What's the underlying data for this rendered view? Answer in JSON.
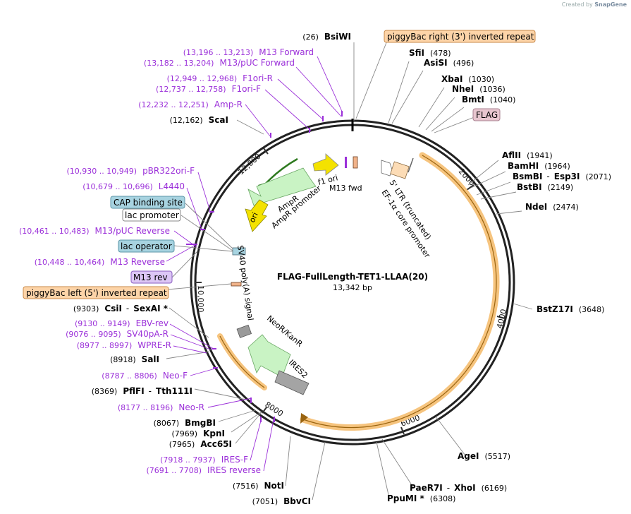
{
  "credit": {
    "prefix": "Created by",
    "brand": "SnapGene"
  },
  "plasmid": {
    "name": "FLAG-FullLength-TET1-LLAA(20)",
    "length": "13,342 bp"
  },
  "colors": {
    "site": "#000000",
    "primer": "#9b30d9",
    "tick": "#333333",
    "leader": "#777777"
  },
  "ruler": [
    "2000",
    "4000",
    "6000",
    "8000",
    "10,000",
    "12,000"
  ],
  "sites_right": [
    {
      "name": "SfiI",
      "pos": "(478)"
    },
    {
      "name": "AsiSI",
      "pos": "(496)"
    },
    {
      "name": "XbaI",
      "pos": "(1030)"
    },
    {
      "name": "NheI",
      "pos": "(1036)"
    },
    {
      "name": "BmtI",
      "pos": "(1040)"
    },
    {
      "name": "AflII",
      "pos": "(1941)"
    },
    {
      "name": "BamHI",
      "pos": "(1964)"
    },
    {
      "name": "BsmBI",
      "extra": "Esp3I",
      "pos": "(2071)"
    },
    {
      "name": "BstBI",
      "pos": "(2149)"
    },
    {
      "name": "NdeI",
      "pos": "(2474)"
    },
    {
      "name": "BstZ17I",
      "pos": "(3648)"
    },
    {
      "name": "AgeI",
      "pos": "(5517)"
    },
    {
      "name": "PaeR7I",
      "extra": "XhoI",
      "pos": "(6169)"
    },
    {
      "name": "PpuMI *",
      "pos": "(6308)"
    }
  ],
  "sites_left": [
    {
      "name": "BsiWI",
      "pos": "(26)"
    },
    {
      "name": "ScaI",
      "pos": "(12,162)"
    },
    {
      "name": "CsiI",
      "extra": "SexAI *",
      "pos": "(9303)"
    },
    {
      "name": "SalI",
      "pos": "(8918)"
    },
    {
      "name": "PflFI",
      "extra": "Tth111I",
      "pos": "(8369)"
    },
    {
      "name": "BmgBI",
      "pos": "(8067)"
    },
    {
      "name": "KpnI",
      "pos": "(7969)"
    },
    {
      "name": "Acc65I",
      "pos": "(7965)"
    },
    {
      "name": "NotI",
      "pos": "(7516)"
    },
    {
      "name": "BbvCI",
      "pos": "(7051)"
    }
  ],
  "primers": [
    {
      "name": "M13 Forward",
      "range": "(13,196 .. 13,213)"
    },
    {
      "name": "M13/pUC Forward",
      "range": "(13,182 .. 13,204)"
    },
    {
      "name": "F1ori-R",
      "range": "(12,949 .. 12,968)"
    },
    {
      "name": "F1ori-F",
      "range": "(12,737 .. 12,758)"
    },
    {
      "name": "Amp-R",
      "range": "(12,232 .. 12,251)"
    },
    {
      "name": "pBR322ori-F",
      "range": "(10,930 .. 10,949)"
    },
    {
      "name": "L4440",
      "range": "(10,679 .. 10,696)"
    },
    {
      "name": "M13/pUC Reverse",
      "range": "(10,461 .. 10,483)"
    },
    {
      "name": "M13 Reverse",
      "range": "(10,448 .. 10,464)"
    },
    {
      "name": "EBV-rev",
      "range": "(9130 .. 9149)"
    },
    {
      "name": "SV40pA-R",
      "range": "(9076 .. 9095)"
    },
    {
      "name": "WPRE-R",
      "range": "(8977 .. 8997)"
    },
    {
      "name": "Neo-F",
      "range": "(8787 .. 8806)"
    },
    {
      "name": "Neo-R",
      "range": "(8177 .. 8196)"
    },
    {
      "name": "IRES-F",
      "range": "(7918 .. 7937)"
    },
    {
      "name": "IRES reverse",
      "range": "(7691 .. 7708)"
    }
  ],
  "boxes": [
    {
      "name": "piggyBac right (3') inverted repeat",
      "color": "#fdd4a8",
      "border": "#c98a4a"
    },
    {
      "name": "FLAG",
      "color": "#e8c6cf",
      "border": "#a98090"
    },
    {
      "name": "CAP binding site",
      "color": "#a7d3e0",
      "border": "#5e97a8"
    },
    {
      "name": "lac promoter",
      "color": "#ffffff",
      "border": "#888888"
    },
    {
      "name": "lac operator",
      "color": "#a7d3e0",
      "border": "#5e97a8"
    },
    {
      "name": "M13 rev",
      "color": "#dcc6f5",
      "border": "#8a5cc0"
    },
    {
      "name": "piggyBac left (5') inverted repeat",
      "color": "#fdd4a8",
      "border": "#c98a4a"
    }
  ],
  "features": [
    {
      "name": "f1 ori"
    },
    {
      "name": "M13 fwd"
    },
    {
      "name": "AmpR"
    },
    {
      "name": "AmpR promoter"
    },
    {
      "name": "ori"
    },
    {
      "name": "SV40 poly(A) signal"
    },
    {
      "name": "NeoR/KanR"
    },
    {
      "name": "IRES2"
    },
    {
      "name": "5' LTR (truncated)"
    },
    {
      "name": "EF-1α core promoter"
    }
  ]
}
